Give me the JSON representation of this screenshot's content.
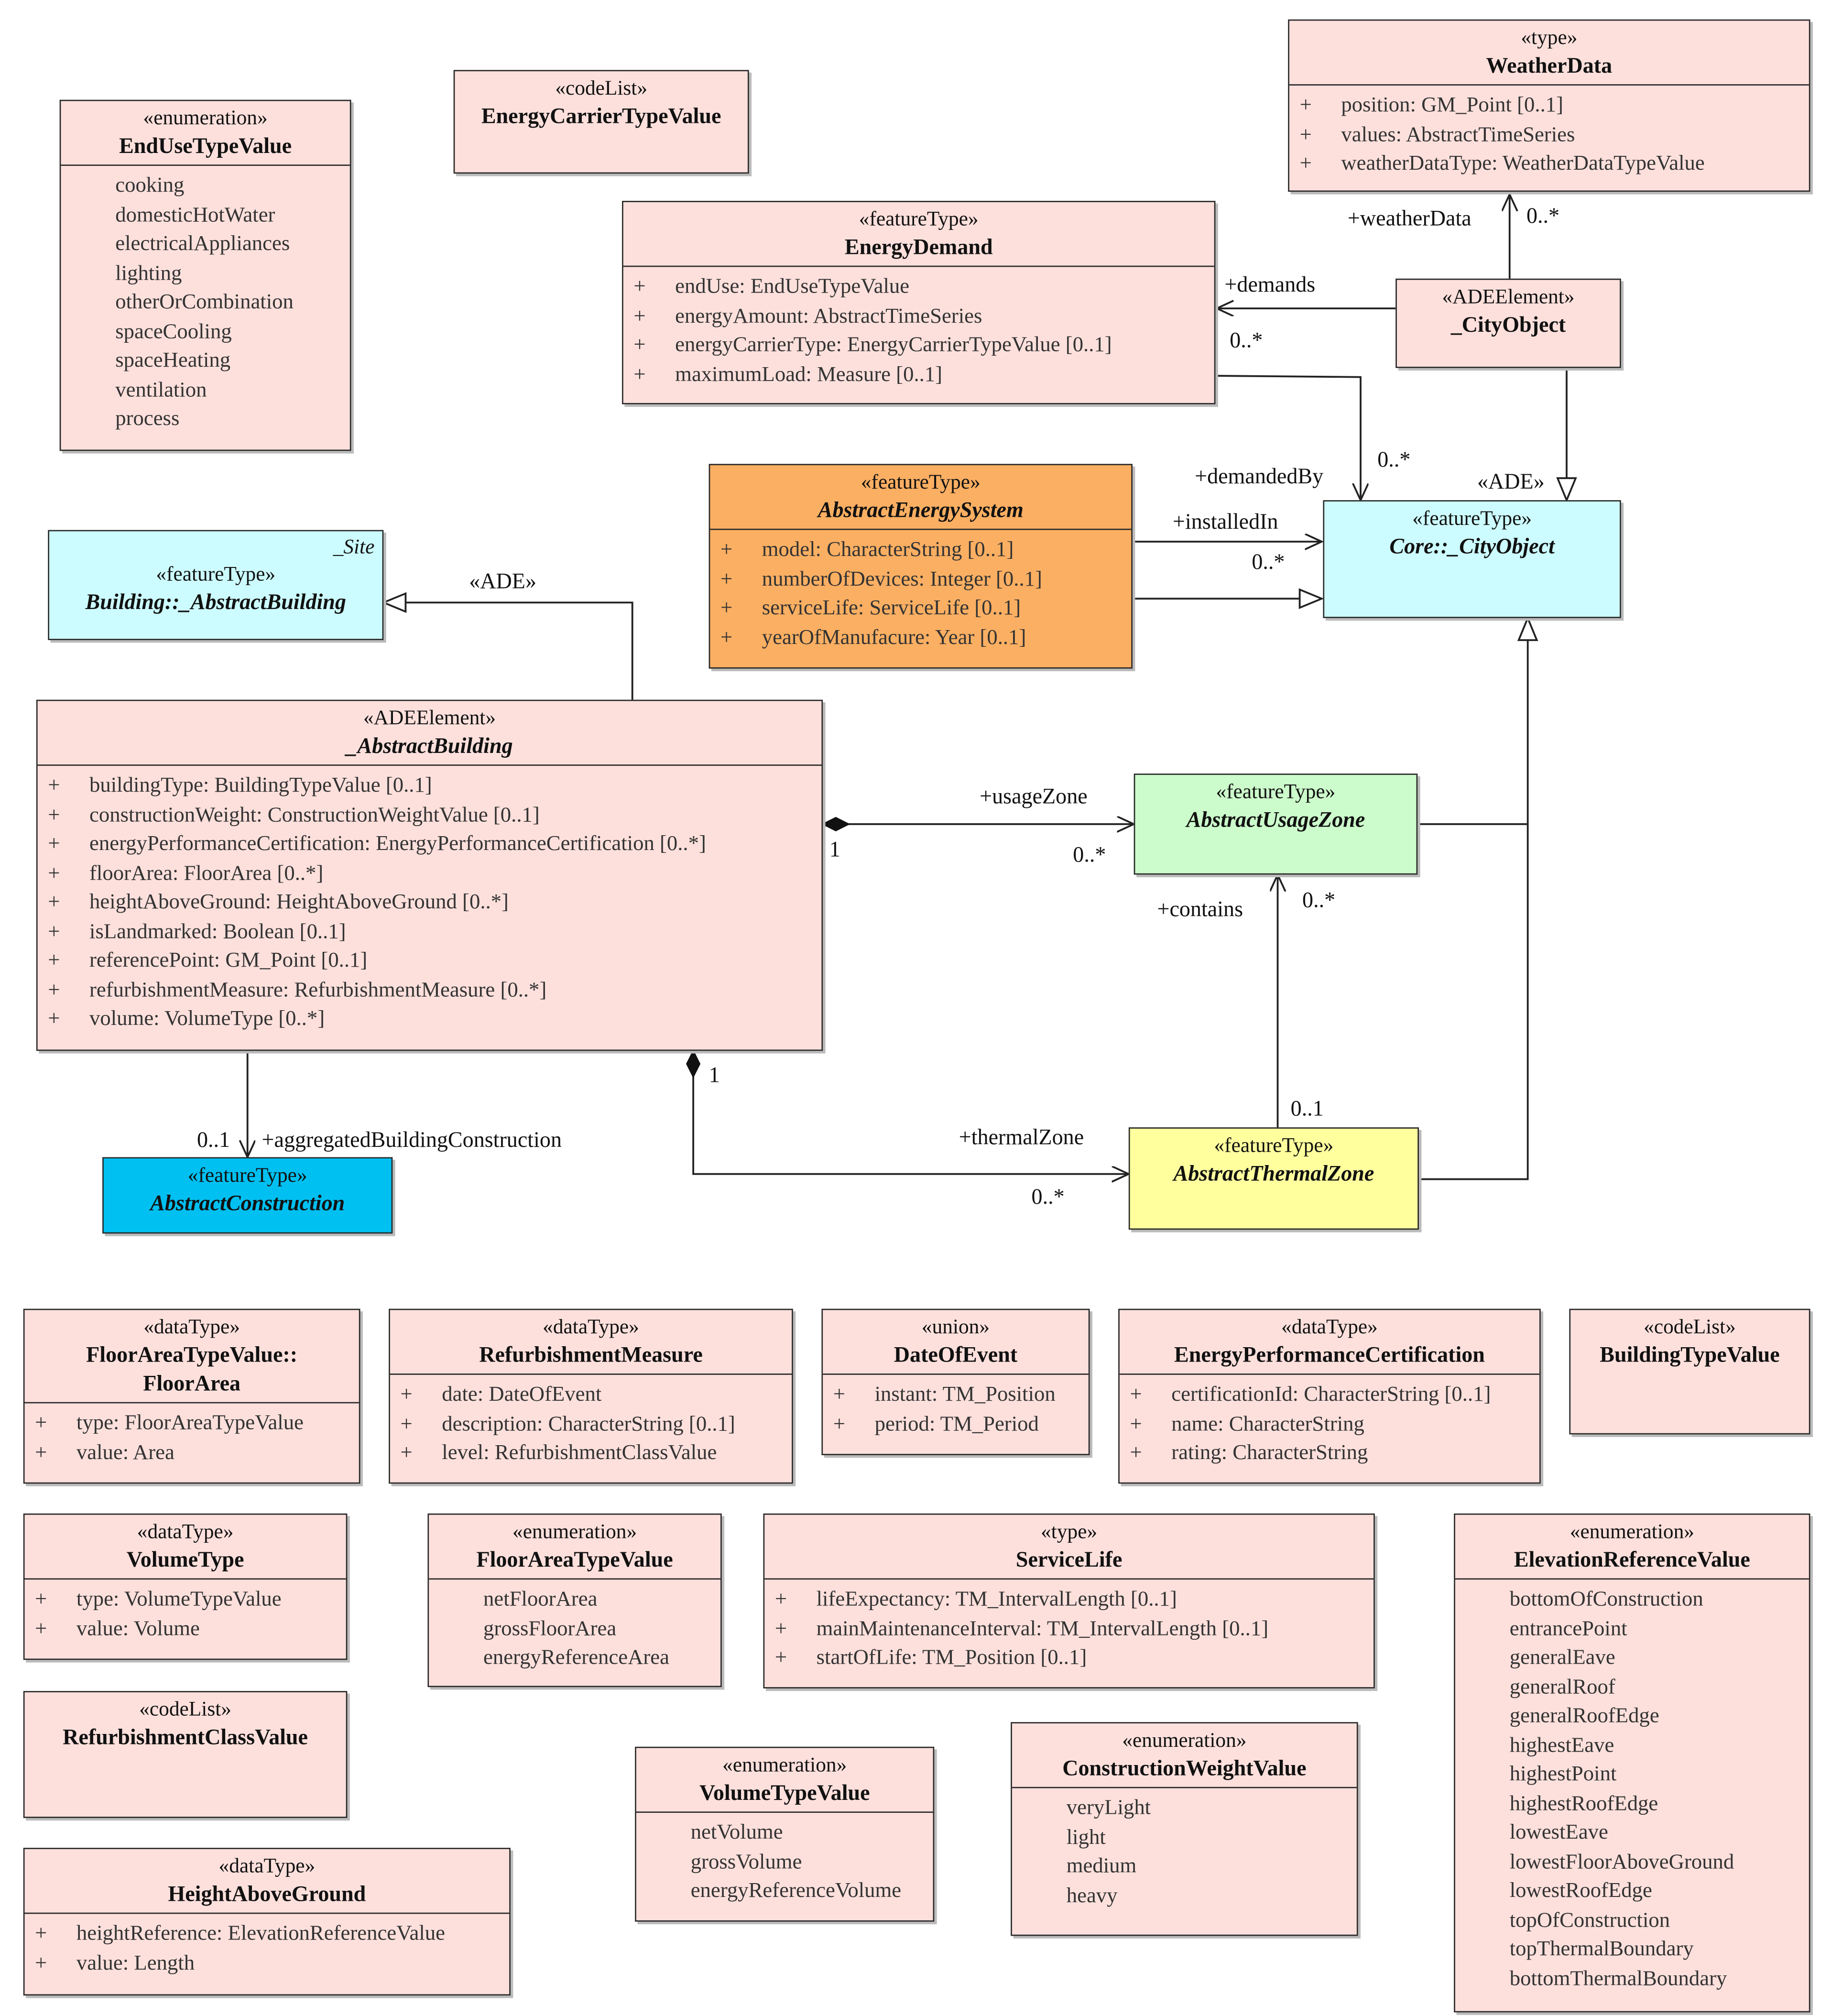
{
  "classes": {
    "end_use": {
      "stereotype": "«enumeration»",
      "name": "EndUseTypeValue",
      "literals": [
        "cooking",
        "domesticHotWater",
        "electricalAppliances",
        "lighting",
        "otherOrCombination",
        "spaceCooling",
        "spaceHeating",
        "ventilation",
        "process"
      ]
    },
    "energy_carrier": {
      "stereotype": "«codeList»",
      "name": "EnergyCarrierTypeValue"
    },
    "weather_data": {
      "stereotype": "«type»",
      "name": "WeatherData",
      "attributes": [
        "position: GM_Point [0..1]",
        "values: AbstractTimeSeries",
        "weatherDataType: WeatherDataTypeValue"
      ]
    },
    "energy_demand": {
      "stereotype": "«featureType»",
      "name": "EnergyDemand",
      "attributes": [
        "endUse: EndUseTypeValue",
        "energyAmount: AbstractTimeSeries",
        "energyCarrierType: EnergyCarrierTypeValue [0..1]",
        "maximumLoad: Measure [0..1]"
      ]
    },
    "ade_city_object": {
      "stereotype": "«ADEElement»",
      "name": "_CityObject"
    },
    "abstract_energy_system": {
      "stereotype": "«featureType»",
      "name": "AbstractEnergySystem",
      "attributes": [
        "model: CharacterString [0..1]",
        "numberOfDevices: Integer [0..1]",
        "serviceLife: ServiceLife [0..1]",
        "yearOfManufacure: Year [0..1]"
      ]
    },
    "core_city_object": {
      "stereotype": "«featureType»",
      "name": "Core::_CityObject"
    },
    "building_abstract": {
      "tag": "_Site",
      "stereotype": "«featureType»",
      "name": "Building::_AbstractBuilding"
    },
    "ade_abstract_building": {
      "stereotype": "«ADEElement»",
      "name": "_AbstractBuilding",
      "attributes": [
        "buildingType: BuildingTypeValue [0..1]",
        "constructionWeight: ConstructionWeightValue [0..1]",
        "energyPerformanceCertification: EnergyPerformanceCertification [0..*]",
        "floorArea: FloorArea [0..*]",
        "heightAboveGround: HeightAboveGround [0..*]",
        "isLandmarked: Boolean [0..1]",
        "referencePoint: GM_Point [0..1]",
        "refurbishmentMeasure: RefurbishmentMeasure [0..*]",
        "volume: VolumeType [0..*]"
      ]
    },
    "usage_zone": {
      "stereotype": "«featureType»",
      "name": "AbstractUsageZone"
    },
    "thermal_zone": {
      "stereotype": "«featureType»",
      "name": "AbstractThermalZone"
    },
    "construction": {
      "stereotype": "«featureType»",
      "name": "AbstractConstruction"
    },
    "floor_area": {
      "stereotype": "«dataType»",
      "name": "FloorAreaTypeValue::",
      "name2": "FloorArea",
      "attributes": [
        "type: FloorAreaTypeValue",
        "value: Area"
      ]
    },
    "refurb_measure": {
      "stereotype": "«dataType»",
      "name": "RefurbishmentMeasure",
      "attributes": [
        "date: DateOfEvent",
        "description: CharacterString [0..1]",
        "level: RefurbishmentClassValue"
      ]
    },
    "date_of_event": {
      "stereotype": "«union»",
      "name": "DateOfEvent",
      "attributes": [
        "instant: TM_Position",
        "period: TM_Period"
      ]
    },
    "epc": {
      "stereotype": "«dataType»",
      "name": "EnergyPerformanceCertification",
      "attributes": [
        "certificationId: CharacterString [0..1]",
        "name: CharacterString",
        "rating: CharacterString"
      ]
    },
    "building_type": {
      "stereotype": "«codeList»",
      "name": "BuildingTypeValue"
    },
    "volume_type": {
      "stereotype": "«dataType»",
      "name": "VolumeType",
      "attributes": [
        "type: VolumeTypeValue",
        "value: Volume"
      ]
    },
    "floor_area_type": {
      "stereotype": "«enumeration»",
      "name": "FloorAreaTypeValue",
      "literals": [
        "netFloorArea",
        "grossFloorArea",
        "energyReferenceArea"
      ]
    },
    "service_life": {
      "stereotype": "«type»",
      "name": "ServiceLife",
      "attributes": [
        "lifeExpectancy: TM_IntervalLength [0..1]",
        "mainMaintenanceInterval: TM_IntervalLength [0..1]",
        "startOfLife: TM_Position [0..1]"
      ]
    },
    "elevation_ref": {
      "stereotype": "«enumeration»",
      "name": "ElevationReferenceValue",
      "literals": [
        "bottomOfConstruction",
        "entrancePoint",
        "generalEave",
        "generalRoof",
        "generalRoofEdge",
        "highestEave",
        "highestPoint",
        "highestRoofEdge",
        "lowestEave",
        "lowestFloorAboveGround",
        "lowestRoofEdge",
        "topOfConstruction",
        "topThermalBoundary",
        "bottomThermalBoundary"
      ]
    },
    "refurb_class": {
      "stereotype": "«codeList»",
      "name": "RefurbishmentClassValue"
    },
    "volume_type_value": {
      "stereotype": "«enumeration»",
      "name": "VolumeTypeValue",
      "literals": [
        "netVolume",
        "grossVolume",
        "energyReferenceVolume"
      ]
    },
    "construction_weight": {
      "stereotype": "«enumeration»",
      "name": "ConstructionWeightValue",
      "literals": [
        "veryLight",
        "light",
        "medium",
        "heavy"
      ]
    },
    "height_above_ground": {
      "stereotype": "«dataType»",
      "name": "HeightAboveGround",
      "attributes": [
        "heightReference: ElevationReferenceValue",
        "value: Length"
      ]
    }
  },
  "labels": {
    "weather_data_role": "+weatherData",
    "weather_data_mult": "0..*",
    "demands_role": "+demands",
    "demands_mult": "0..*",
    "demanded_by_role": "+demandedBy",
    "demanded_by_mult": "0..*",
    "ade_stereo_right": "«ADE»",
    "installed_in_role": "+installedIn",
    "installed_in_mult": "0..*",
    "ade_stereo_left": "«ADE»",
    "usage_zone_role": "+usageZone",
    "usage_zone_src_mult": "1",
    "usage_zone_mult": "0..*",
    "contains_role": "+contains",
    "contains_mult": "0..*",
    "contains_src_mult": "0..1",
    "thermal_zone_role": "+thermalZone",
    "thermal_zone_src_mult": "1",
    "thermal_zone_mult": "0..*",
    "aggregated_role": "+aggregatedBuildingConstruction",
    "aggregated_mult": "0..1"
  },
  "plus_sign": "+"
}
